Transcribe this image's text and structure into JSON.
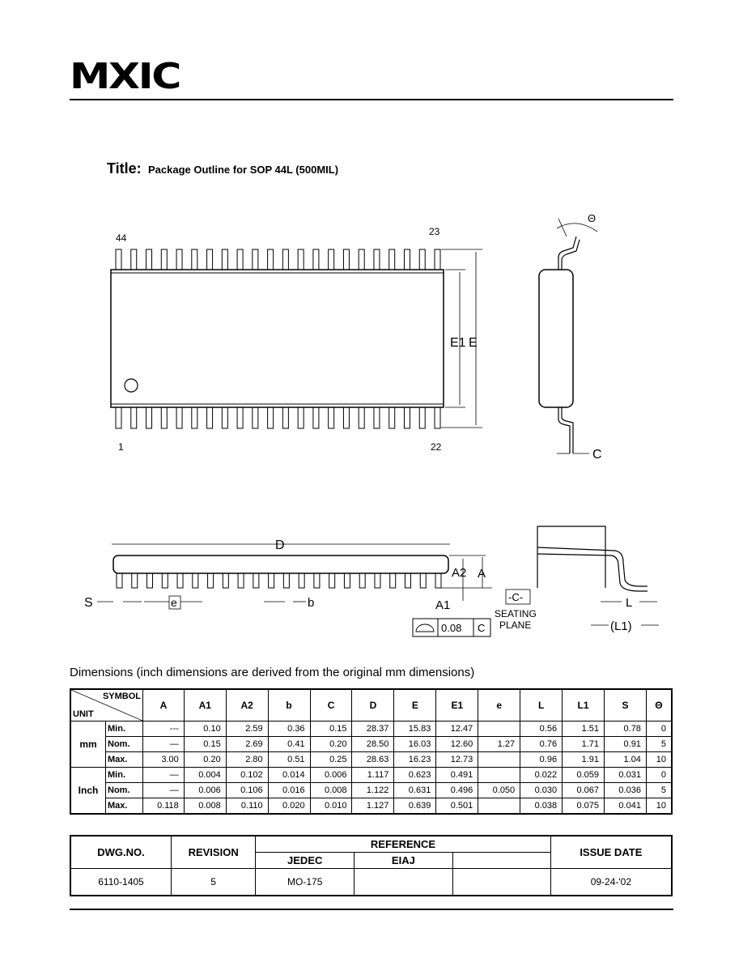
{
  "brand": {
    "logo": "MXIC"
  },
  "title": {
    "label": "Title:",
    "value": "Package Outline for  SOP 44L (500MIL)"
  },
  "drawing": {
    "top_view": {
      "pin_44": "44",
      "pin_23": "23",
      "pin_1": "1",
      "pin_22": "22",
      "label_e1": "E1",
      "label_e": "E"
    },
    "side_view": {
      "theta": "Θ",
      "label_c": "C"
    },
    "front_view": {
      "label_d": "D",
      "label_a2": "A2",
      "label_a": "A",
      "label_s": "S",
      "label_e": "e",
      "label_b": "b",
      "label_a1": "A1",
      "seating_ref": "-C-",
      "seating_line1": "SEATING",
      "seating_line2": "PLANE",
      "flatness_value": "0.08",
      "flatness_ref": "C",
      "label_l": "L",
      "label_l1": "(L1)"
    }
  },
  "dimensions": {
    "heading": "Dimensions (inch dimensions are derived from the original mm dimensions)",
    "corner_symbol": "SYMBOL",
    "corner_unit": "UNIT",
    "columns": [
      "A",
      "A1",
      "A2",
      "b",
      "C",
      "D",
      "E",
      "E1",
      "e",
      "L",
      "L1",
      "S",
      "Θ"
    ],
    "groups": [
      {
        "unit": "mm",
        "rows": [
          {
            "label": "Min.",
            "values": [
              "---",
              "0.10",
              "2.59",
              "0.36",
              "0.15",
              "28.37",
              "15.83",
              "12.47",
              "",
              "0.56",
              "1.51",
              "0.78",
              "0"
            ]
          },
          {
            "label": "Nom.",
            "values": [
              "—",
              "0.15",
              "2.69",
              "0.41",
              "0.20",
              "28.50",
              "16.03",
              "12.60",
              "1.27",
              "0.76",
              "1.71",
              "0.91",
              "5"
            ]
          },
          {
            "label": "Max.",
            "values": [
              "3.00",
              "0.20",
              "2.80",
              "0.51",
              "0.25",
              "28.63",
              "16.23",
              "12.73",
              "",
              "0.96",
              "1.91",
              "1.04",
              "10"
            ]
          }
        ]
      },
      {
        "unit": "Inch",
        "rows": [
          {
            "label": "Min.",
            "values": [
              "—",
              "0.004",
              "0.102",
              "0.014",
              "0.006",
              "1.117",
              "0.623",
              "0.491",
              "",
              "0.022",
              "0.059",
              "0.031",
              "0"
            ]
          },
          {
            "label": "Nom.",
            "values": [
              "—",
              "0.006",
              "0.106",
              "0.016",
              "0.008",
              "1.122",
              "0.631",
              "0.496",
              "0.050",
              "0.030",
              "0.067",
              "0.036",
              "5"
            ]
          },
          {
            "label": "Max.",
            "values": [
              "0.118",
              "0.008",
              "0.110",
              "0.020",
              "0.010",
              "1.127",
              "0.639",
              "0.501",
              "",
              "0.038",
              "0.075",
              "0.041",
              "10"
            ]
          }
        ]
      }
    ]
  },
  "drawing_info": {
    "dwg_no_label": "DWG.NO.",
    "revision_label": "REVISION",
    "reference_label": "REFERENCE",
    "jedec_label": "JEDEC",
    "eiaj_label": "EIAJ",
    "issue_date_label": "ISSUE DATE",
    "dwg_no": "6110-1405",
    "revision": "5",
    "jedec": "MO-175",
    "eiaj": "",
    "issue_date": "09-24-'02"
  }
}
